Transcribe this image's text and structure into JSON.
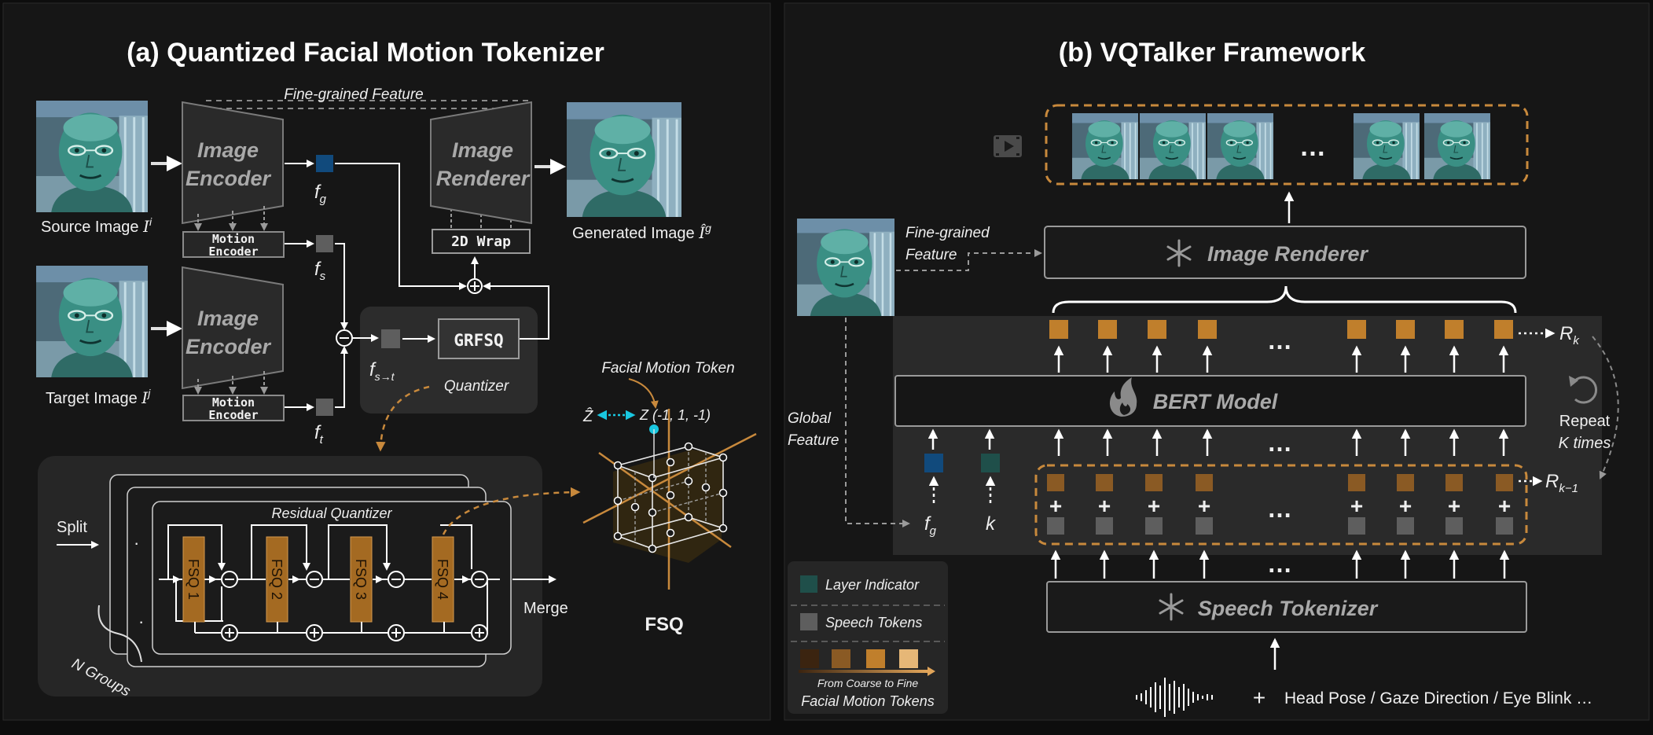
{
  "panel_a": {
    "title": "(a) Quantized Facial Motion Tokenizer",
    "fine_grained_feature": "Fine-grained Feature",
    "image_encoder": [
      "Image",
      "Encoder"
    ],
    "image_renderer": [
      "Image",
      "Renderer"
    ],
    "motion_encoder": [
      "Motion",
      "Encoder"
    ],
    "wrap_2d": "2D Wrap",
    "grfsq": "GRFSQ",
    "quantizer": "Quantizer",
    "source_image": "Source Image",
    "source_sup": "i",
    "target_image": "Target Image",
    "target_sup": "j",
    "generated_image": "Generated Image",
    "generated_sup": "g",
    "f_g": "f",
    "f_g_sub": "g",
    "f_s": "f",
    "f_s_sub": "s",
    "f_t": "f",
    "f_t_sub": "t",
    "f_st": "f",
    "f_st_sub": "s→t",
    "facial_motion_token": "Facial Motion Token",
    "z_hat": "Ẑ",
    "z_coord": "Z (-1, 1, -1)",
    "residual_quantizer": "Residual Quantizer",
    "fsq_blocks": [
      "FSQ 1",
      "FSQ 2",
      "FSQ 3",
      "FSQ 4"
    ],
    "split": "Split",
    "merge": "Merge",
    "n_groups": "N Groups",
    "fsq_label": "FSQ"
  },
  "panel_b": {
    "title": "(b) VQTalker Framework",
    "fine_grained_feature": [
      "Fine-grained",
      "Feature"
    ],
    "image_renderer": "Image Renderer",
    "bert_model": "BERT Model",
    "speech_tokenizer": "Speech Tokenizer",
    "global_feature": [
      "Global",
      "Feature"
    ],
    "f_g": "f",
    "f_g_sub": "g",
    "k": "k",
    "r_k": "R",
    "r_k_sub": "k",
    "r_k1": "R",
    "r_k1_sub": "k−1",
    "repeat": [
      "Repeat",
      "K times"
    ],
    "ellipsis": "…",
    "plus": "+",
    "audio_caption": "Head Pose / Gaze Direction / Eye Blink …",
    "legend": {
      "layer_indicator": "Layer Indicator",
      "speech_tokens": "Speech Tokens",
      "coarse_to_fine": "From Coarse to Fine",
      "facial_motion_tokens": "Facial Motion Tokens"
    }
  },
  "colors": {
    "background": "#0d0d0d",
    "panel": "#1e1e1e",
    "encoder_fill": "#2a2a2a",
    "token_orange": "#c07f2c",
    "fsq_orange": "#a46a22",
    "feature_blue": "#114a7c",
    "layer_teal": "#1f4f4a",
    "speech_gray": "#5e5e5e",
    "dashed_orange": "#c8893c",
    "cyan_point": "#19c7e0",
    "face_teal": "#3a8f84"
  },
  "icons": [
    "video-icon",
    "snowflake-icon",
    "fire-icon",
    "repeat-icon",
    "waveform-icon",
    "face-image"
  ]
}
